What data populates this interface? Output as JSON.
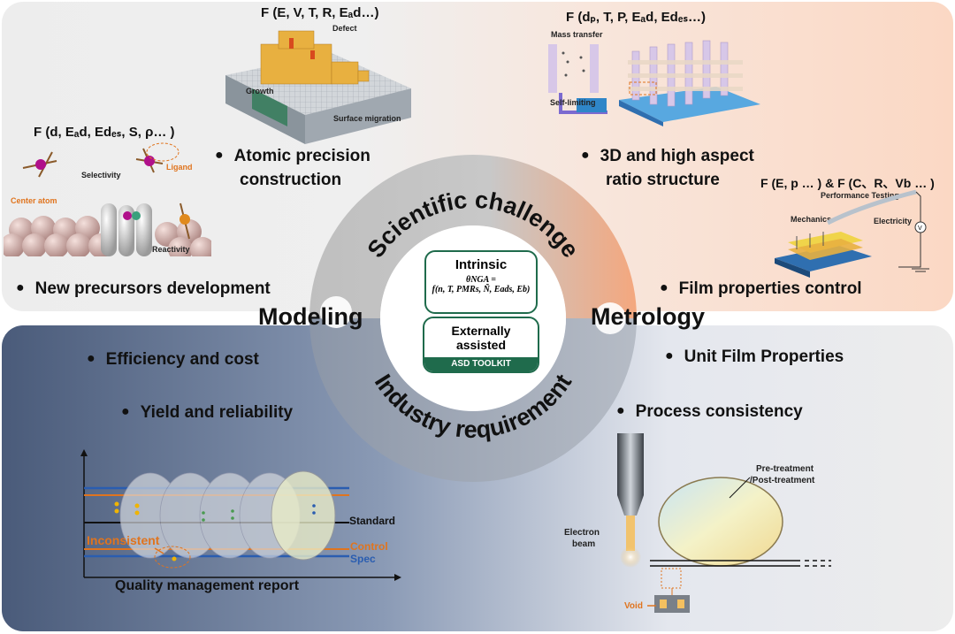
{
  "top": {
    "precursor": {
      "formula": "F (d, Eₐd, Edₑₛ, S, ρ… )",
      "selectivity": "Selectivity",
      "ligand": "Ligand",
      "center_atom": "Center atom",
      "reactivity": "Reactivity",
      "bullet": "New precursors development"
    },
    "atomic": {
      "formula": "F (E, V, T, R, Eₐd…)",
      "defect": "Defect",
      "growth": "Growth",
      "surface_migration": "Surface migration",
      "bullet_line1": "Atomic precision",
      "bullet_line2": "construction"
    },
    "threed": {
      "formula": "F (dₚ, T, P, Eₐd, Edₑₛ…)",
      "mass_transfer": "Mass transfer",
      "self_limiting": "Self-limiting",
      "bullet_line1": "3D and high aspect",
      "bullet_line2": "ratio  structure"
    },
    "film": {
      "formula": "F (E, p … ) & F (C、R、Vb … )",
      "performance_testing": "Performance Testing",
      "mechanics": "Mechanics",
      "electricity": "Electricity",
      "bullet": "Film properties control"
    }
  },
  "center": {
    "scientific": "Scientific challenge",
    "industry": "Industry requirement",
    "modeling": "Modeling",
    "metrology": "Metrology",
    "intrinsic": "Intrinsic",
    "equation_line1": "θNGA =",
    "equation_line2": "f(n, T, PMRs, Ñ, Eads, Eb)",
    "externally_line1": "Externally",
    "externally_line2": "assisted",
    "toolkit": "ASD TOOLKIT"
  },
  "bottom": {
    "efficiency": "Efficiency and cost",
    "yield": "Yield and reliability",
    "chart": {
      "standard": "Standard",
      "inconsistent": "Inconsistent",
      "control": "Control",
      "spec": "Spec",
      "title": "Quality management report"
    },
    "unit_film": "Unit Film Properties",
    "process": "Process consistency",
    "pre_treatment_line1": "Pre-treatment",
    "pre_treatment_line2": "/Post-treatment",
    "electron_line1": "Electron",
    "electron_line2": "beam",
    "void": "Void"
  },
  "colors": {
    "accent_orange": "#e0741e",
    "spec_blue": "#2a5db0",
    "toolkit_green": "#1f6b4c"
  }
}
